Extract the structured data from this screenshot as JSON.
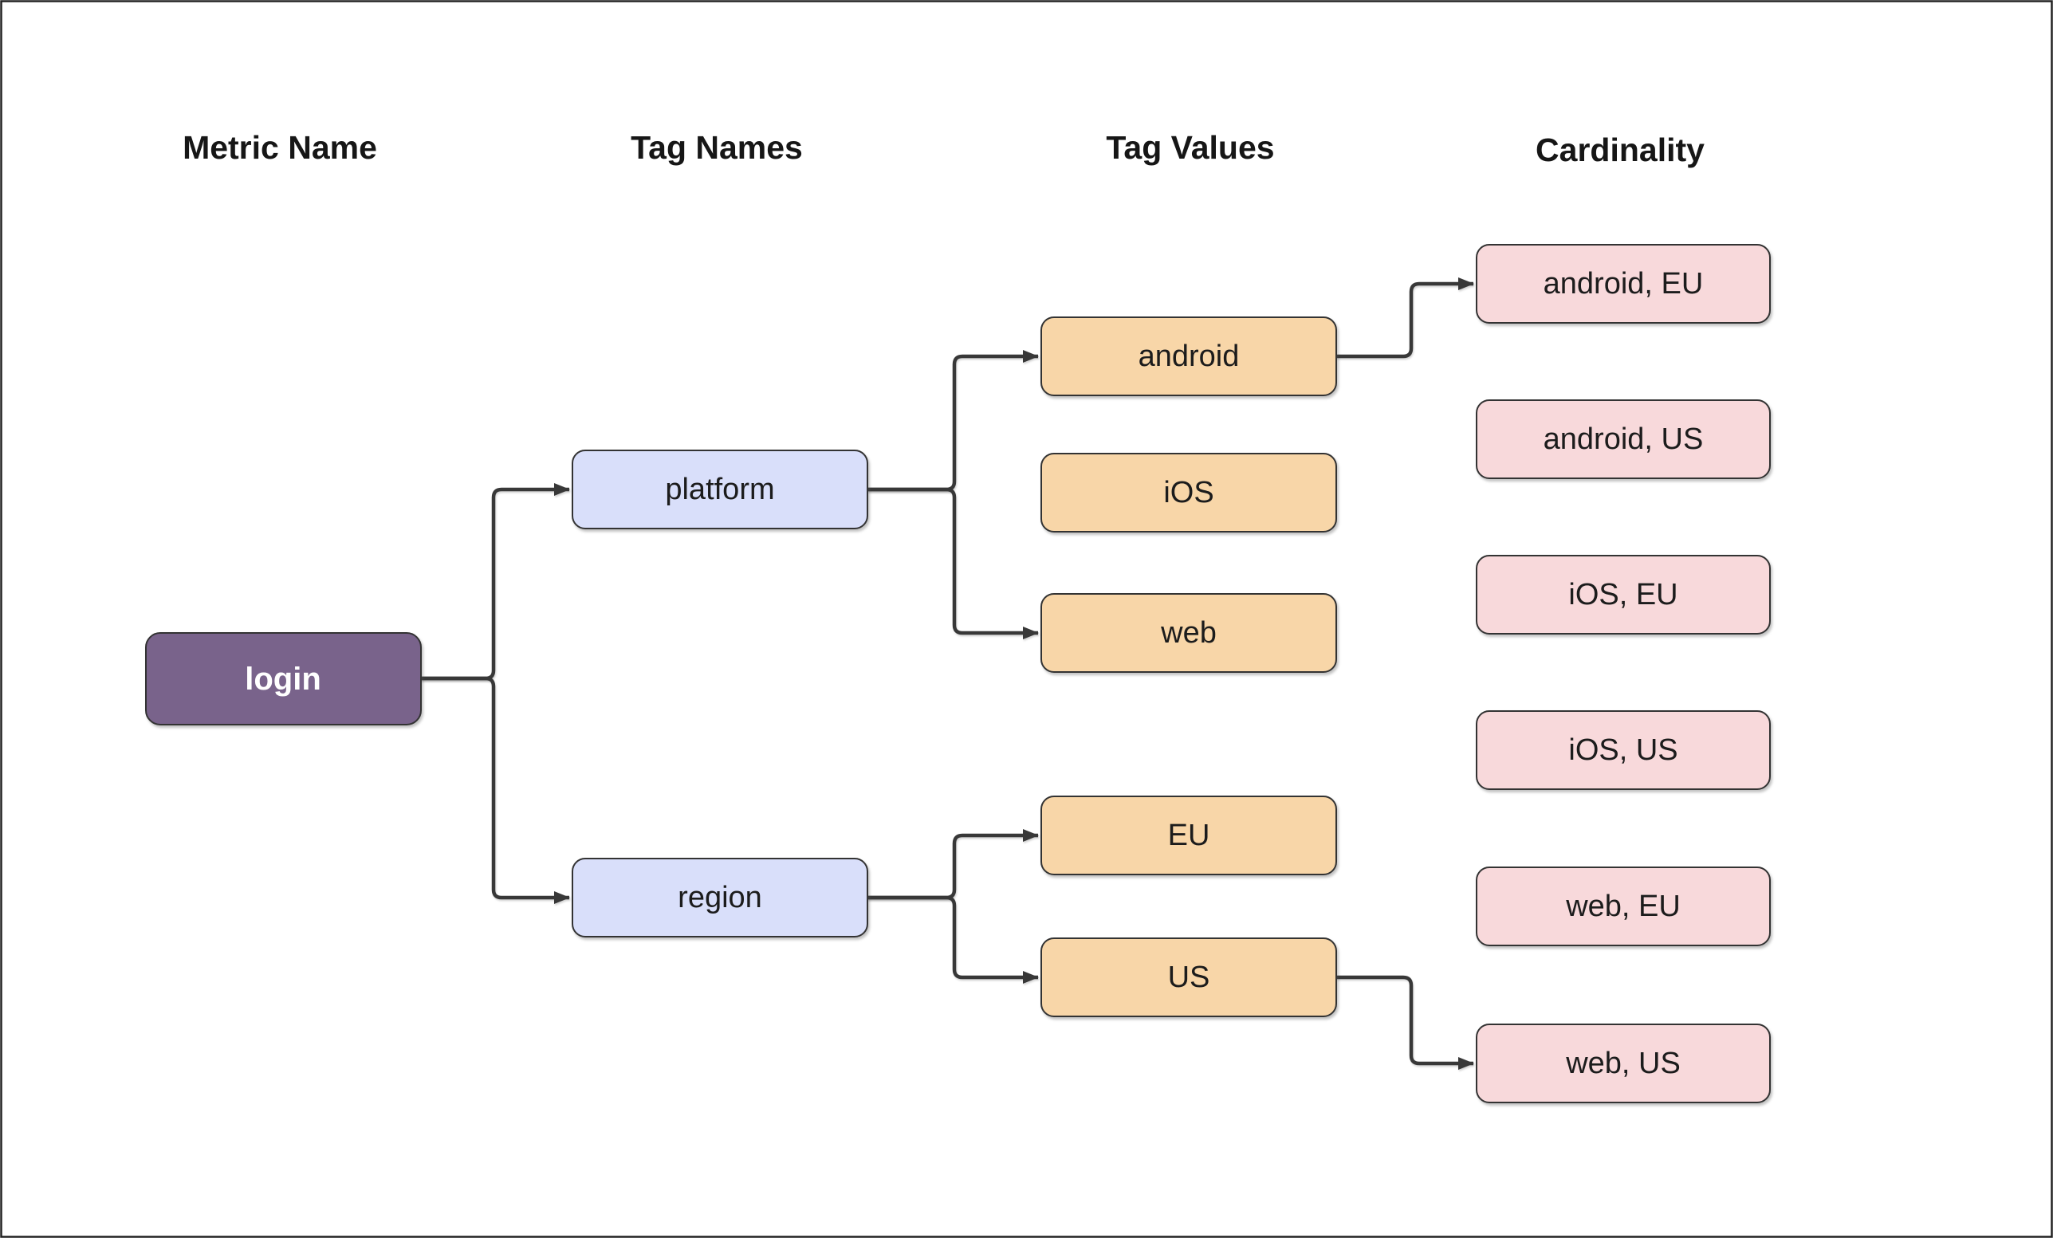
{
  "headers": [
    {
      "label": "Metric Name"
    },
    {
      "label": "Tag Names"
    },
    {
      "label": "Tag Values"
    },
    {
      "label": "Cardinality"
    }
  ],
  "nodes": {
    "login": {
      "label": "login",
      "column": "Metric Name"
    },
    "platform": {
      "label": "platform",
      "column": "Tag Names"
    },
    "region": {
      "label": "region",
      "column": "Tag Names"
    },
    "android": {
      "label": "android",
      "column": "Tag Values"
    },
    "ios": {
      "label": "iOS",
      "column": "Tag Values"
    },
    "web": {
      "label": "web",
      "column": "Tag Values"
    },
    "eu": {
      "label": "EU",
      "column": "Tag Values"
    },
    "us": {
      "label": "US",
      "column": "Tag Values"
    },
    "android_eu": {
      "label": "android, EU",
      "column": "Cardinality"
    },
    "android_us": {
      "label": "android, US",
      "column": "Cardinality"
    },
    "ios_eu": {
      "label": "iOS, EU",
      "column": "Cardinality"
    },
    "ios_us": {
      "label": "iOS, US",
      "column": "Cardinality"
    },
    "web_eu": {
      "label": "web, EU",
      "column": "Cardinality"
    },
    "web_us": {
      "label": "web, US",
      "column": "Cardinality"
    }
  },
  "edges": [
    {
      "from": "login",
      "to": "platform"
    },
    {
      "from": "login",
      "to": "region"
    },
    {
      "from": "platform",
      "to": "android"
    },
    {
      "from": "platform",
      "to": "web"
    },
    {
      "from": "region",
      "to": "EU"
    },
    {
      "from": "region",
      "to": "US"
    },
    {
      "from": "android",
      "to": "android, EU"
    },
    {
      "from": "US",
      "to": "web, US"
    }
  ],
  "colors": {
    "metric": "#79638b",
    "tag_name": "#d9dffa",
    "tag_value": "#f8d6a8",
    "cardinality": "#f8d9db",
    "edge": "#383838",
    "text": "#1c1c1c",
    "metric_text": "#ffffff",
    "border": "#333333"
  }
}
